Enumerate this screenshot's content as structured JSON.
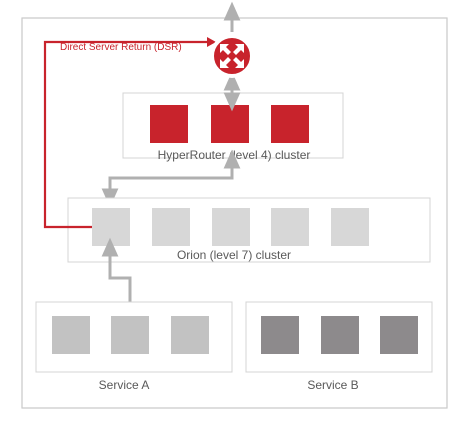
{
  "labels": {
    "dsr": "Direct Server Return (DSR)",
    "hyperrouter": "HyperRouter (level 4) cluster",
    "orion": "Orion (level 7) cluster",
    "service_a": "Service A",
    "service_b": "Service B"
  },
  "colors": {
    "red": "#c8232c",
    "red_line": "#c8232c",
    "connector": "#b0b0b0",
    "orion_node": "#d7d7d7",
    "service_a_node": "#c2c2c2",
    "service_b_node": "#8d8a8c",
    "cluster_border": "#d4d4d4",
    "outer_border": "#c9c9c9",
    "label_text": "#595959",
    "dsr_text": "#c8232c"
  },
  "icons": {
    "router": "router-icon"
  }
}
